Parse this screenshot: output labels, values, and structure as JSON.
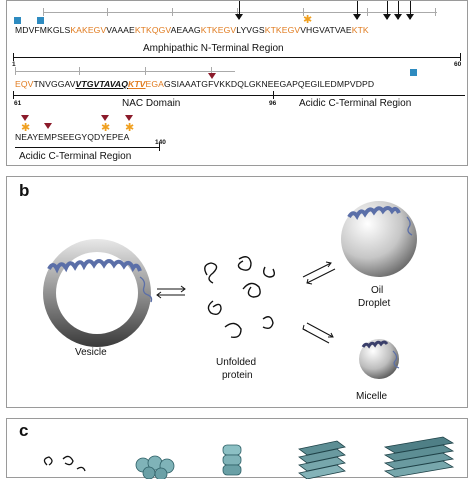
{
  "panel_a": {
    "row1_seq": [
      "MDVFMKGLS",
      "KAKEGV",
      "VAAAE",
      "KTKQGV",
      "AEAAG",
      "KTKEGV",
      "LYVGS",
      "KTKEGV",
      "VHGVATVAE",
      "KTK"
    ],
    "row1_start": "1",
    "row1_end": "60",
    "row1_region": "Amphipathic N-Terminal Region",
    "row2_seq_a": "EQV",
    "row2_seq_b": "TNVGGAV",
    "row2_seq_c": "VTGVTAVAQ",
    "row2_seq_d": "KTV",
    "row2_seq_e": "EGA",
    "row2_seq_f": "GSIAAATGFVKKDQLGKNEEGAPQEGILEDMPVDPD",
    "row2_start": "61",
    "row2_mid": "96",
    "row2_nac": "NAC Domain",
    "row2_acidic": "Acidic C-Terminal Region",
    "row3_seq": "NEAYEMPSEEGYQDYEPEA",
    "row3_end": "140",
    "row3_region": "Acidic C-Terminal Region"
  },
  "panel_b": {
    "label": "b",
    "vesicle": "Vesicle",
    "unfolded_1": "Unfolded",
    "unfolded_2": "protein",
    "oil_1": "Oil",
    "oil_2": "Droplet",
    "micelle": "Micelle"
  },
  "panel_c": {
    "label": "c"
  },
  "colors": {
    "orange": "#e07b1f",
    "blue_marker": "#2e8bc0",
    "red_marker": "#8b1a2a",
    "star": "#f0a020"
  }
}
